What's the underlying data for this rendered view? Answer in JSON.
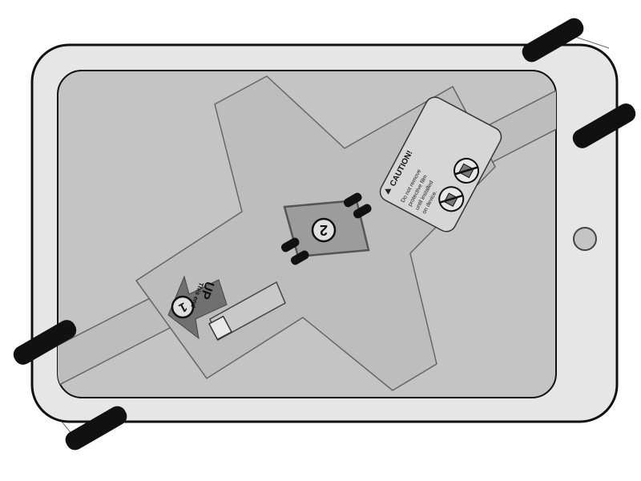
{
  "labels": {
    "step1_number": "1",
    "step1_title": "UP",
    "step1_subtitle": "This end",
    "step2_number": "2",
    "caution_title": "CAUTION!",
    "caution_line_1": "Do not remove",
    "caution_line_2": "protective film",
    "caution_line_3": "until installed",
    "caution_line_4": "on device."
  },
  "icons": [
    "warning-triangle-icon",
    "no-peel-icon",
    "no-bend-icon"
  ],
  "colors": {
    "frame": "#e6e6e6",
    "screen": "#c4c4c4",
    "film": "#bdbdbd",
    "tab": "#9c9c9c",
    "arrow": "#707070",
    "clip": "#111111",
    "outline": "#111111"
  }
}
